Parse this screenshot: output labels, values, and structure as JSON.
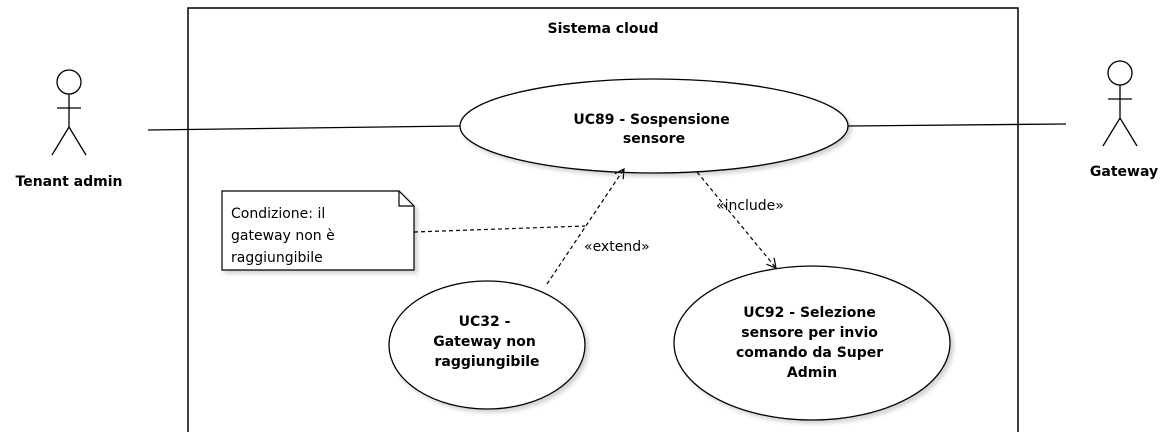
{
  "system": {
    "title": "Sistema cloud"
  },
  "actors": {
    "left": {
      "name": "Tenant admin"
    },
    "right": {
      "name": "Gateway"
    }
  },
  "use_cases": {
    "uc89": {
      "lines": [
        "UC89 - Sospensione",
        "sensore"
      ]
    },
    "uc32": {
      "lines": [
        "UC32 -",
        "Gateway non",
        "raggiungibile"
      ]
    },
    "uc92": {
      "lines": [
        "UC92 - Selezione",
        "sensore per invio",
        "comando da Super",
        "Admin"
      ]
    }
  },
  "relations": {
    "extend": "«extend»",
    "include": "«include»"
  },
  "note": {
    "lines": [
      "Condizione: il",
      "gateway non è",
      "raggiungibile"
    ]
  }
}
